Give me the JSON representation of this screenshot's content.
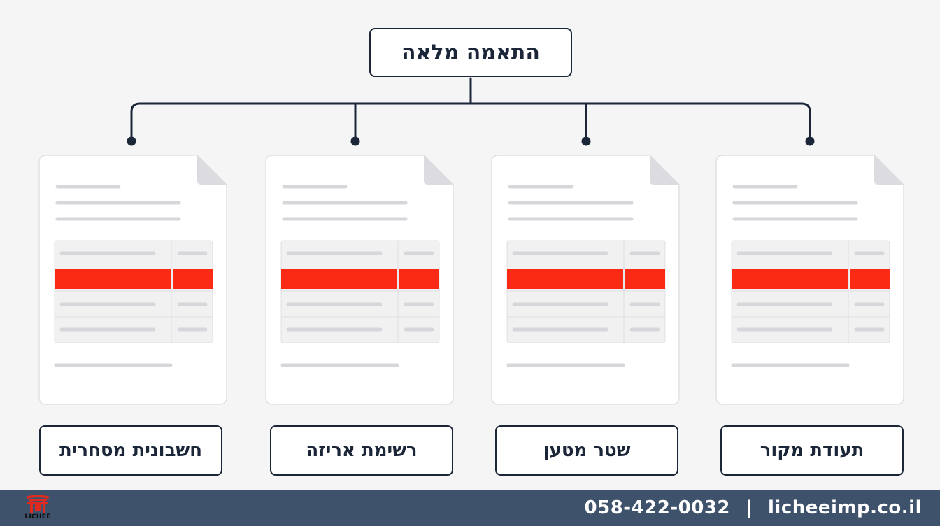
{
  "diagram": {
    "root": {
      "label": "התאמה מלאה"
    },
    "documents": [
      {
        "label": "חשבונית מסחרית"
      },
      {
        "label": "רשימת אריזה"
      },
      {
        "label": "שטר מטען"
      },
      {
        "label": "תעודת מקור"
      }
    ],
    "highlight_color": "#fb2a14",
    "line_color": "#1b2638"
  },
  "footer": {
    "phone": "058-422-0032",
    "separator": "|",
    "website": "licheeimp.co.il",
    "background_color": "#3f526b"
  },
  "logo": {
    "text": "LICHEE",
    "icon": "chinese-gate-icon",
    "color": "#e02a1f"
  }
}
